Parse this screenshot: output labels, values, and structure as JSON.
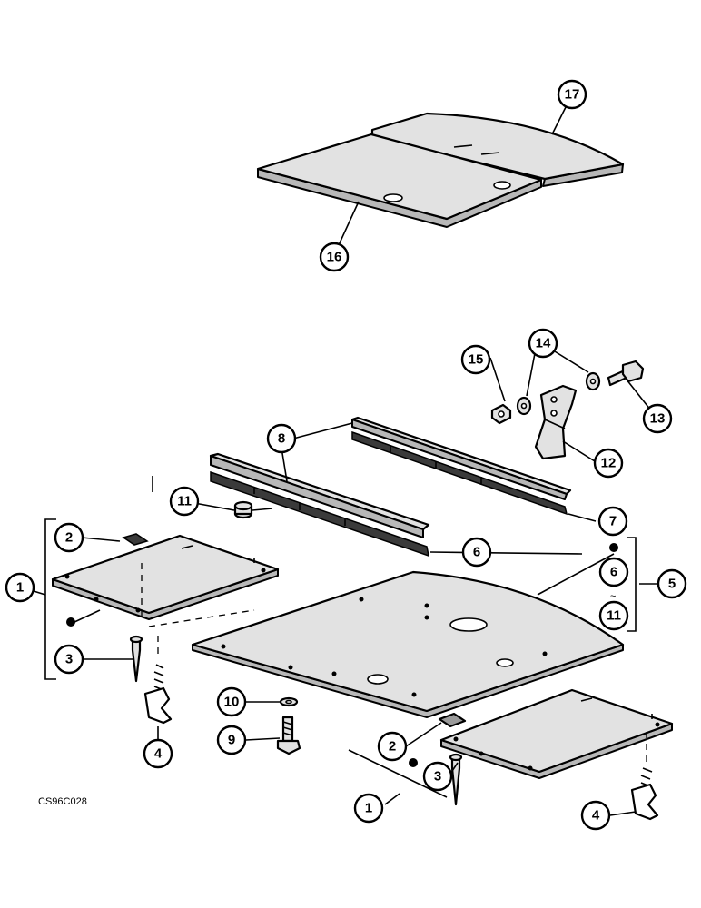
{
  "drawing_code": "CS96C028",
  "callouts": {
    "c1a": "1",
    "c1b": "1",
    "c2a": "2",
    "c2b": "2",
    "c3a": "3",
    "c3b": "3",
    "c4a": "4",
    "c4b": "4",
    "c5": "5",
    "c6a": "6",
    "c6b": "6",
    "c7": "7",
    "c8": "8",
    "c9": "9",
    "c10": "10",
    "c11a": "11",
    "c11b": "11",
    "c12": "12",
    "c13": "13",
    "c14": "14",
    "c15": "15",
    "c16": "16",
    "c17": "17"
  }
}
